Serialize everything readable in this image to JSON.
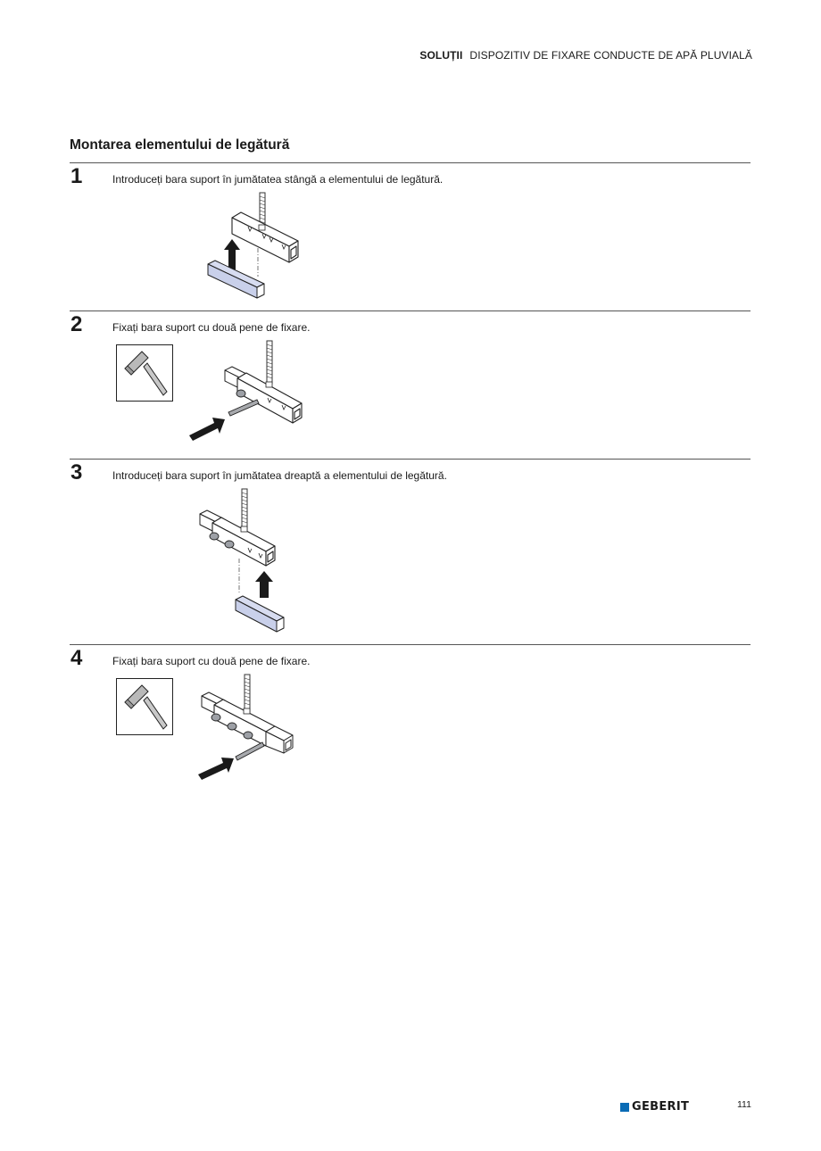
{
  "header": {
    "category": "SOLUȚII",
    "subtitle": "DISPOZITIV DE FIXARE CONDUCTE DE APĂ PLUVIALĂ"
  },
  "section": {
    "title": "Montarea elementului de legătură"
  },
  "steps": [
    {
      "number": "1",
      "text": "Introduceți bara suport în jumătatea stângă a elementului de legătură.",
      "tool_icon": null
    },
    {
      "number": "2",
      "text": "Fixați bara suport cu două pene de fixare.",
      "tool_icon": "hammer-icon"
    },
    {
      "number": "3",
      "text": "Introduceți bara suport în jumătatea dreaptă a elementului de legătură.",
      "tool_icon": null
    },
    {
      "number": "4",
      "text": "Fixați bara suport cu două pene de fixare.",
      "tool_icon": "hammer-icon"
    }
  ],
  "footer": {
    "brand": "GEBERIT",
    "brand_color": "#0a6bb5",
    "page_number": "111"
  },
  "colors": {
    "bar_fill": "#c9d0ea",
    "arrow": "#1a1a1a",
    "rule": "#555555"
  }
}
